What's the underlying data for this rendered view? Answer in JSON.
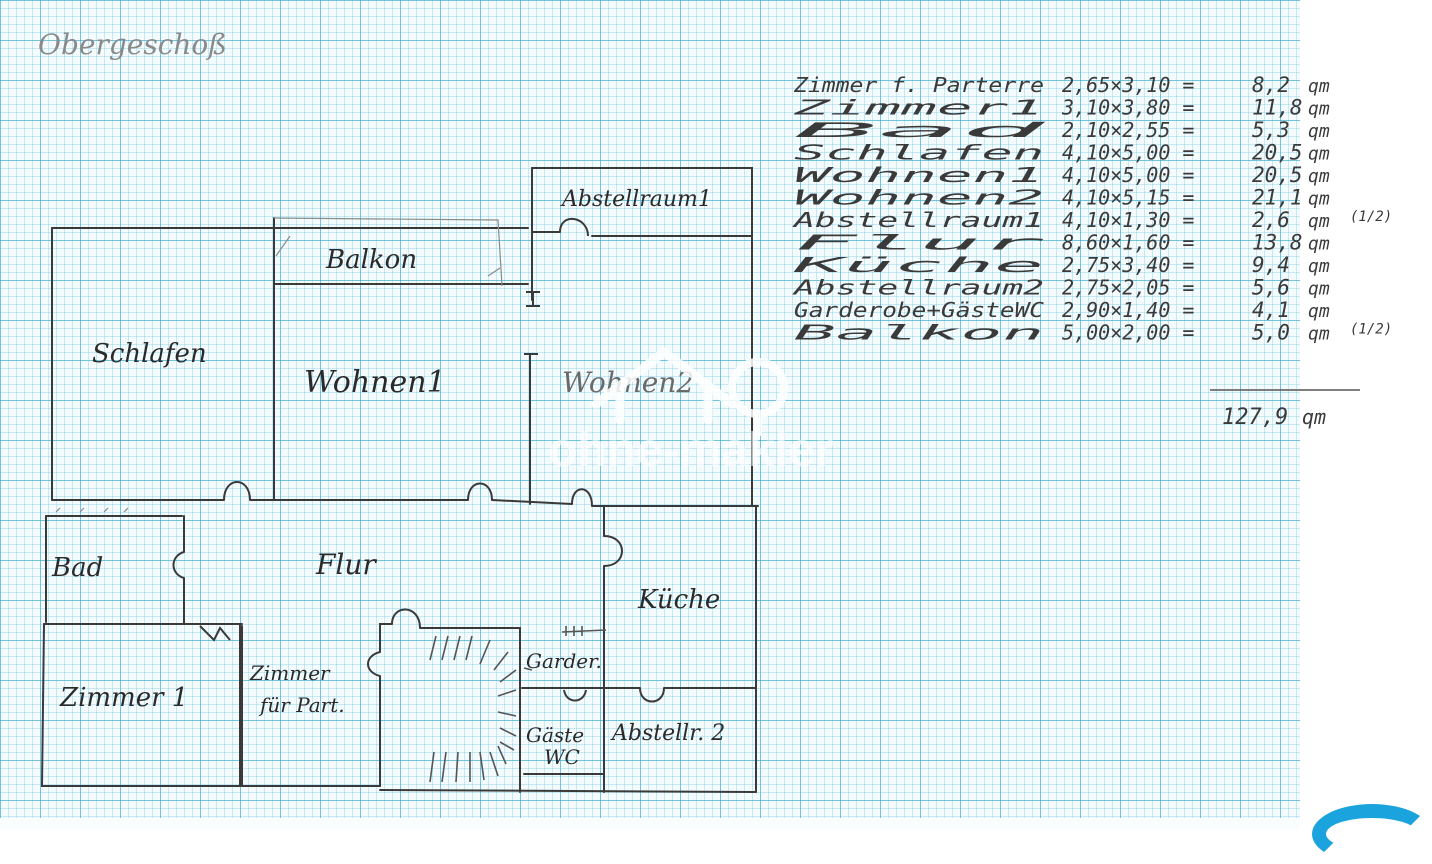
{
  "title": "Obergeschoß",
  "rooms": [
    {
      "id": "abstellraum1",
      "label": "Abstellraum1"
    },
    {
      "id": "balkon",
      "label": "Balkon"
    },
    {
      "id": "schlafen",
      "label": "Schlafen"
    },
    {
      "id": "wohnen1",
      "label": "Wohnen1"
    },
    {
      "id": "wohnen2",
      "label": "Wohnen2"
    },
    {
      "id": "bad",
      "label": "Bad"
    },
    {
      "id": "flur",
      "label": "Flur"
    },
    {
      "id": "kueche",
      "label": "Küche"
    },
    {
      "id": "zimmer1",
      "label": "Zimmer 1"
    },
    {
      "id": "zimmer-part-l1",
      "label": "Zimmer"
    },
    {
      "id": "zimmer-part-l2",
      "label": "für Part."
    },
    {
      "id": "garder",
      "label": "Garder."
    },
    {
      "id": "gaeste-l1",
      "label": "Gäste"
    },
    {
      "id": "gaeste-l2",
      "label": "WC"
    },
    {
      "id": "abstell2",
      "label": "Abstellr. 2"
    }
  ],
  "area_table": {
    "rows": [
      {
        "room": "Zimmer f. Parterre",
        "dims": "2,65×3,10 =",
        "area": "8,2",
        "unit": "qm",
        "note": ""
      },
      {
        "room": "Zimmer1",
        "dims": "3,10×3,80 =",
        "area": "11,8",
        "unit": "qm",
        "note": ""
      },
      {
        "room": "Bad",
        "dims": "2,10×2,55 =",
        "area": "5,3",
        "unit": "qm",
        "note": ""
      },
      {
        "room": "Schlafen",
        "dims": "4,10×5,00 =",
        "area": "20,5",
        "unit": "qm",
        "note": ""
      },
      {
        "room": "Wohnen1",
        "dims": "4,10×5,00 =",
        "area": "20,5",
        "unit": "qm",
        "note": ""
      },
      {
        "room": "Wohnen2",
        "dims": "4,10×5,15 =",
        "area": "21,1",
        "unit": "qm",
        "note": ""
      },
      {
        "room": "Abstellraum1",
        "dims": "4,10×1,30 =",
        "area": "2,6",
        "unit": "qm",
        "note": "(1/2)"
      },
      {
        "room": "Flur",
        "dims": "8,60×1,60 =",
        "area": "13,8",
        "unit": "qm",
        "note": ""
      },
      {
        "room": "Küche",
        "dims": "2,75×3,40 =",
        "area": "9,4",
        "unit": "qm",
        "note": ""
      },
      {
        "room": "Abstellraum2",
        "dims": "2,75×2,05 =",
        "area": "5,6",
        "unit": "qm",
        "note": ""
      },
      {
        "room": "Garderobe+GästeWC",
        "dims": "2,90×1,40 =",
        "area": "4,1",
        "unit": "qm",
        "note": ""
      },
      {
        "room": "Balkon",
        "dims": "5,00×2,00 =",
        "area": "5,0",
        "unit": "qm",
        "note": "(1/2)"
      }
    ],
    "total": "127,9",
    "total_unit": "qm"
  },
  "watermark": {
    "text": "ohne-makler"
  },
  "colors": {
    "paper": "#f4fbfd",
    "grid_major": "#32a5cd",
    "grid_minor": "#5fbee1",
    "ink": "#2a2a2a",
    "pencil": "#6a6a6a",
    "accent": "#1aa3dc"
  }
}
